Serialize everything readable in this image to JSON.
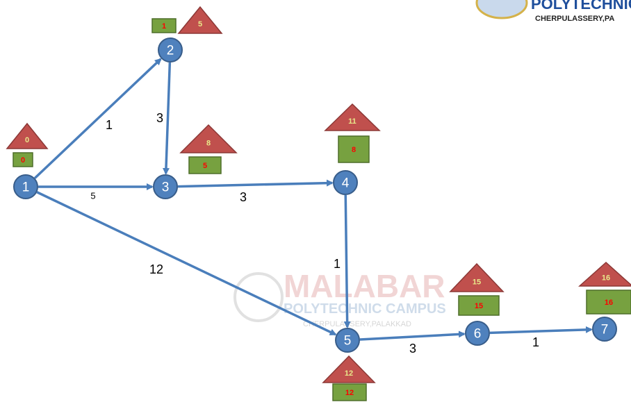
{
  "colors": {
    "node_fill": "#4f81bd",
    "node_stroke": "#385d8a",
    "edge": "#4a7ebb",
    "triangle_fill": "#c0504d",
    "triangle_stroke": "#8c3836",
    "box_fill": "#77a140",
    "box_stroke": "#4f6e2a",
    "latest_text": "#e9e98a",
    "earliest_text": "#ff0000"
  },
  "logo": {
    "title": "POLYTECHNIC C",
    "subtitle": "CHERPULASSERY,PA"
  },
  "watermark": {
    "main": "MALABAR",
    "sub": "POLYTECHNIC CAMPUS",
    "sub2": "CHERPULASSERY,PALAKKAD"
  },
  "nodes": [
    {
      "id": "1",
      "earliest": "0",
      "latest": "0"
    },
    {
      "id": "2",
      "earliest": "1",
      "latest": "5"
    },
    {
      "id": "3",
      "earliest": "5",
      "latest": "8"
    },
    {
      "id": "4",
      "earliest": "8",
      "latest": "11"
    },
    {
      "id": "5",
      "earliest": "12",
      "latest": "12"
    },
    {
      "id": "6",
      "earliest": "15",
      "latest": "15"
    },
    {
      "id": "7",
      "earliest": "16",
      "latest": "16"
    }
  ],
  "edges": [
    {
      "from": "1",
      "to": "2",
      "weight": "1"
    },
    {
      "from": "2",
      "to": "3",
      "weight": "3"
    },
    {
      "from": "1",
      "to": "3",
      "weight": "5"
    },
    {
      "from": "3",
      "to": "4",
      "weight": "3"
    },
    {
      "from": "4",
      "to": "5",
      "weight": "1"
    },
    {
      "from": "1",
      "to": "5",
      "weight": "12"
    },
    {
      "from": "5",
      "to": "6",
      "weight": "3"
    },
    {
      "from": "6",
      "to": "7",
      "weight": "1"
    }
  ]
}
